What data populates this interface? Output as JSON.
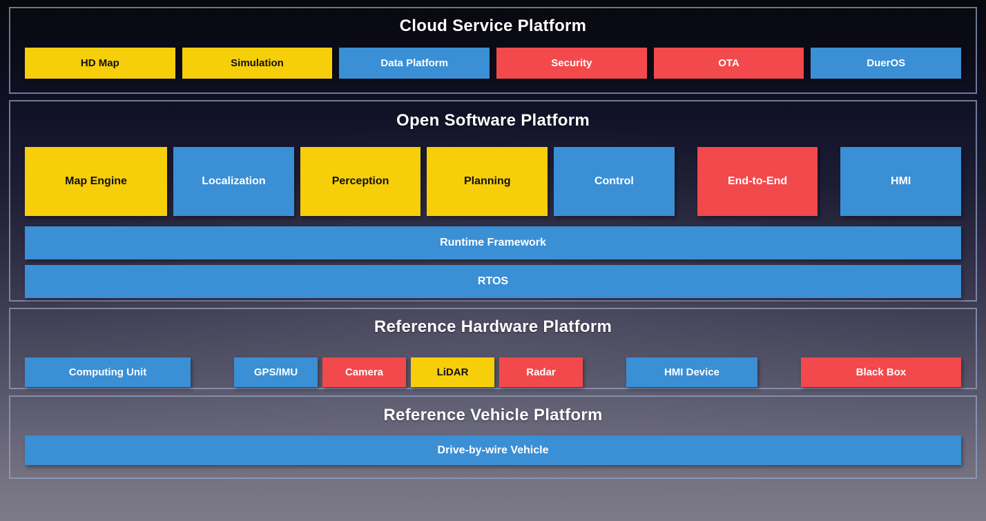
{
  "palette": {
    "yellow": "#F7CE0A",
    "blue": "#3A8FD5",
    "red": "#F2494C",
    "section_border": "rgba(148,163,200,0.72)",
    "title_text": "#FFFFFF",
    "text_on_yellow": "#111111",
    "text_on_blue_red": "#FFFFFF"
  },
  "cloud": {
    "title": "Cloud Service Platform",
    "boxes": [
      {
        "label": "HD Map",
        "color": "yellow"
      },
      {
        "label": "Simulation",
        "color": "yellow"
      },
      {
        "label": "Data Platform",
        "color": "blue"
      },
      {
        "label": "Security",
        "color": "red"
      },
      {
        "label": "OTA",
        "color": "red"
      },
      {
        "label": "DuerOS",
        "color": "blue"
      }
    ]
  },
  "software": {
    "title": "Open Software Platform",
    "modules": [
      {
        "label": "Map Engine",
        "color": "yellow"
      },
      {
        "label": "Localization",
        "color": "blue"
      },
      {
        "label": "Perception",
        "color": "yellow"
      },
      {
        "label": "Planning",
        "color": "yellow"
      },
      {
        "label": "Control",
        "color": "blue"
      },
      {
        "label": "End-to-End",
        "color": "red"
      },
      {
        "label": "HMI",
        "color": "blue"
      }
    ],
    "bars": [
      {
        "label": "Runtime Framework",
        "color": "blue"
      },
      {
        "label": "RTOS",
        "color": "blue"
      }
    ]
  },
  "hardware": {
    "title": "Reference Hardware Platform",
    "boxes": [
      {
        "label": "Computing Unit",
        "color": "blue"
      },
      {
        "label": "GPS/IMU",
        "color": "blue"
      },
      {
        "label": "Camera",
        "color": "red"
      },
      {
        "label": "LiDAR",
        "color": "yellow"
      },
      {
        "label": "Radar",
        "color": "red"
      },
      {
        "label": "HMI Device",
        "color": "blue"
      },
      {
        "label": "Black Box",
        "color": "red"
      }
    ]
  },
  "vehicle": {
    "title": "Reference Vehicle Platform",
    "bar": {
      "label": "Drive-by-wire Vehicle",
      "color": "blue"
    }
  }
}
